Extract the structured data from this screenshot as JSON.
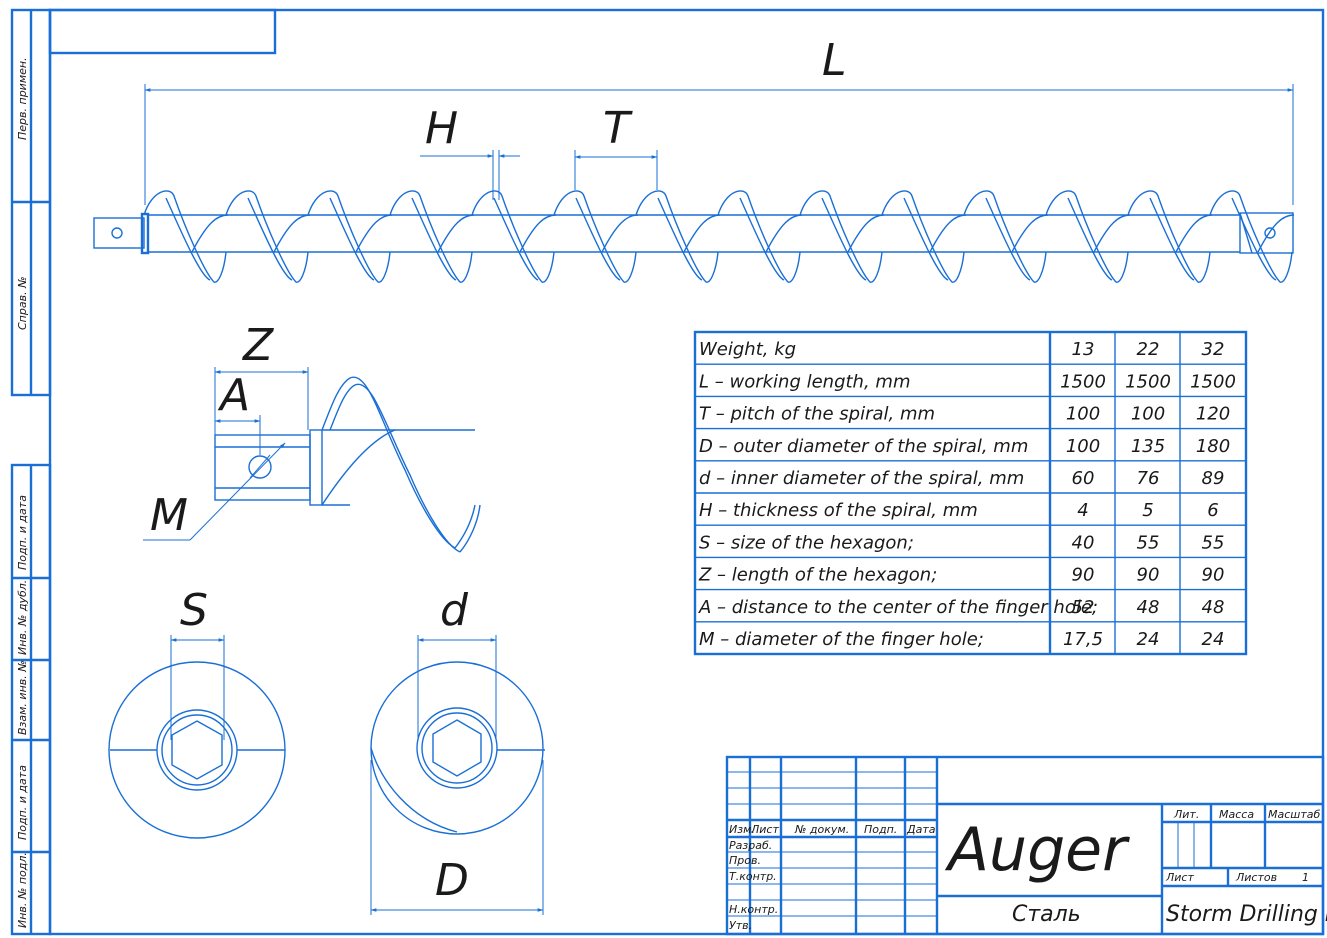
{
  "dimension_labels": {
    "L": "L",
    "H": "H",
    "T": "T",
    "Z": "Z",
    "A": "A",
    "M": "M",
    "S": "S",
    "d": "d",
    "D": "D"
  },
  "spec_table": {
    "rows": [
      {
        "label": "Weight, kg",
        "v1": "13",
        "v2": "22",
        "v3": "32"
      },
      {
        "label": "L – working length, mm",
        "v1": "1500",
        "v2": "1500",
        "v3": "1500"
      },
      {
        "label": "T – pitch of the spiral, mm",
        "v1": "100",
        "v2": "100",
        "v3": "120"
      },
      {
        "label": "D – outer diameter of the spiral, mm",
        "v1": "100",
        "v2": "135",
        "v3": "180"
      },
      {
        "label": "d – inner diameter of the spiral, mm",
        "v1": "60",
        "v2": "76",
        "v3": "89"
      },
      {
        "label": "H – thickness of the spiral, mm",
        "v1": "4",
        "v2": "5",
        "v3": "6"
      },
      {
        "label": "S – size of the hexagon;",
        "v1": "40",
        "v2": "55",
        "v3": "55"
      },
      {
        "label": "Z – length of the hexagon;",
        "v1": "90",
        "v2": "90",
        "v3": "90"
      },
      {
        "label": "A – distance to the center of the finger hole;",
        "v1": "52",
        "v2": "48",
        "v3": "48"
      },
      {
        "label": "M – diameter of the finger hole;",
        "v1": "17,5",
        "v2": "24",
        "v3": "24"
      }
    ]
  },
  "title_block": {
    "title": "Auger",
    "material": "Сталь",
    "organization": "Storm Drilling Rigs",
    "col_izm": "Изм.",
    "col_list": "Лист",
    "col_dokum": "№ докум.",
    "col_podp": "Подп.",
    "col_data": "Дата",
    "razrab": "Разраб.",
    "prov": "Пров.",
    "tkontr": "Т.контр.",
    "nkontr": "Н.контр.",
    "utv": "Утв.",
    "lit": "Лит.",
    "massa": "Масса",
    "masshtab": "Масштаб",
    "list": "Лист",
    "listov": "Листов",
    "listov_value": "1"
  },
  "side_stamps": {
    "perv_primen": "Перв. примен.",
    "sprav_no": "Справ. №",
    "podp_data_1": "Подп. и дата",
    "inv_dubl": "Инв. № дубл.",
    "vzam_inv": "Взам. инв. №",
    "podp_data_2": "Подп. и дата",
    "inv_podl": "Инв. № подл."
  }
}
